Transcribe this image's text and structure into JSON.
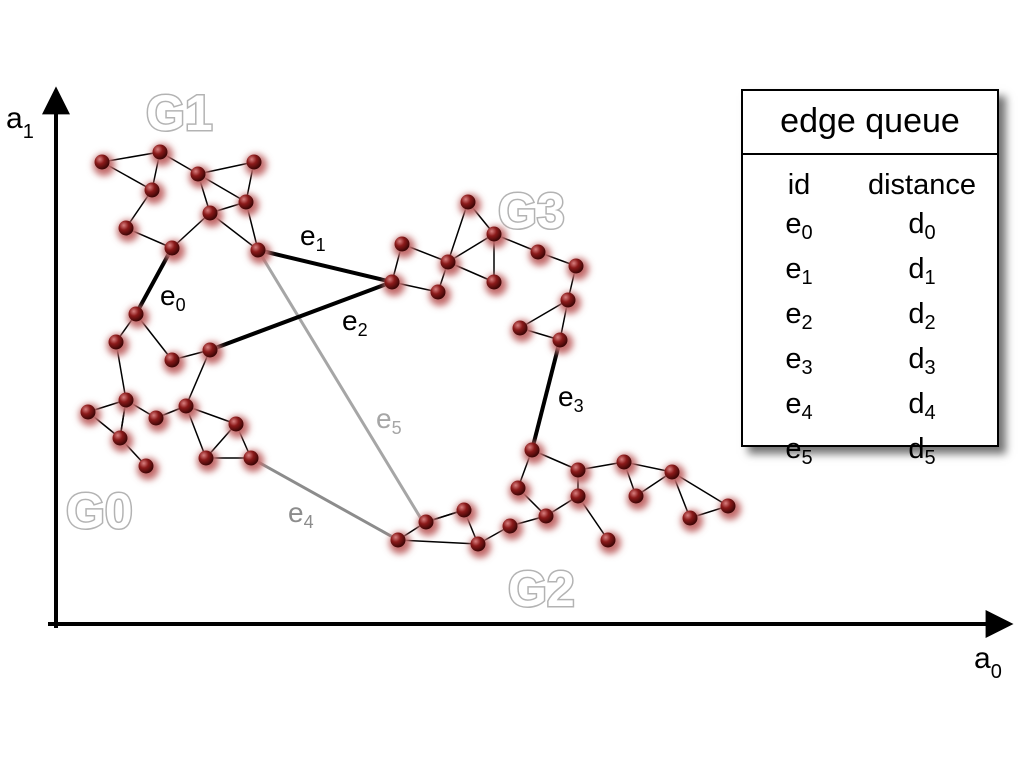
{
  "axes": {
    "x_label": "a",
    "x_sub": "0",
    "y_label": "a",
    "y_sub": "1"
  },
  "clusters": [
    {
      "label": "G0"
    },
    {
      "label": "G1"
    },
    {
      "label": "G2"
    },
    {
      "label": "G3"
    }
  ],
  "edges": [
    {
      "name": "e",
      "sub": "0",
      "color": "#000000"
    },
    {
      "name": "e",
      "sub": "1",
      "color": "#000000"
    },
    {
      "name": "e",
      "sub": "2",
      "color": "#000000"
    },
    {
      "name": "e",
      "sub": "3",
      "color": "#000000"
    },
    {
      "name": "e",
      "sub": "4",
      "color": "#8c8c8c"
    },
    {
      "name": "e",
      "sub": "5",
      "color": "#a6a6a6"
    }
  ],
  "queue": {
    "title": "edge queue",
    "col_id": "id",
    "col_distance": "distance",
    "rows": [
      {
        "id": "e",
        "id_sub": "0",
        "d": "d",
        "d_sub": "0"
      },
      {
        "id": "e",
        "id_sub": "1",
        "d": "d",
        "d_sub": "1"
      },
      {
        "id": "e",
        "id_sub": "2",
        "d": "d",
        "d_sub": "2"
      },
      {
        "id": "e",
        "id_sub": "3",
        "d": "d",
        "d_sub": "3"
      },
      {
        "id": "e",
        "id_sub": "4",
        "d": "d",
        "d_sub": "4"
      },
      {
        "id": "e",
        "id_sub": "5",
        "d": "d",
        "d_sub": "5"
      }
    ]
  },
  "colors": {
    "node": "#8b1a1a",
    "node_glow": "#c26a6a",
    "axis": "#000000"
  }
}
